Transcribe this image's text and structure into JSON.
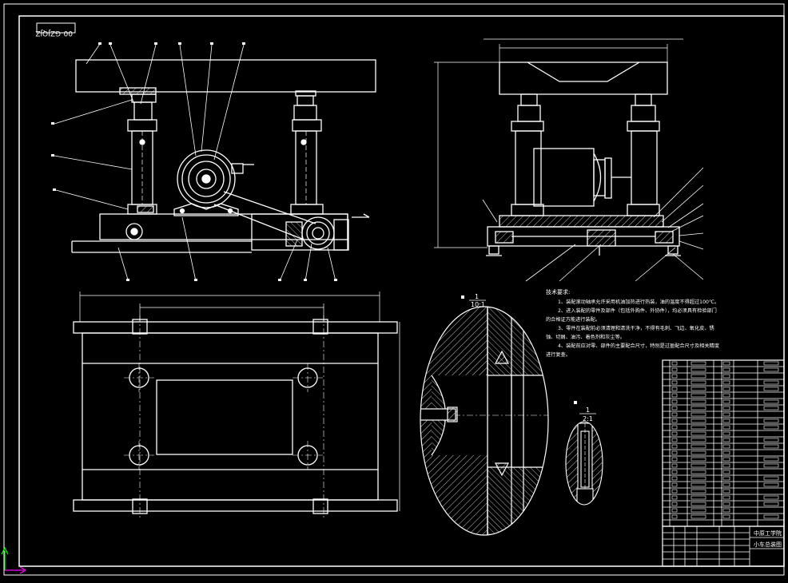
{
  "drawing_code": "00-GZJQJZ",
  "scale_label_1": {
    "num": "1",
    "den": "10:1"
  },
  "scale_label_2": {
    "num": "1",
    "den": "2:1"
  },
  "tech_req": {
    "title": "技术要求:",
    "lines": [
      "1、装配滚动轴承允许采用机油加热进行热装，油的温度不得超过100℃。",
      "2、进入装配的零件及部件（包括外购件、外协件），均必须具有检验部门",
      "的合格证方能进行装配。",
      "3、零件在装配前必须清理和清洗干净，不得有毛刺、飞边、氧化皮、锈",
      "蚀、切屑、油污、着色剂和灰尘等。",
      "4、装配前应对零、部件的主要配合尺寸，特别是过盈配合尺寸及相关精度",
      "进行复查。"
    ]
  },
  "title_block": {
    "school": "中原工学院",
    "drawing_name": "小车总装图"
  },
  "colors": {
    "line": "#ffffff",
    "background": "#000000",
    "axis_x": "#ff00ff",
    "axis_y": "#00ff00"
  }
}
